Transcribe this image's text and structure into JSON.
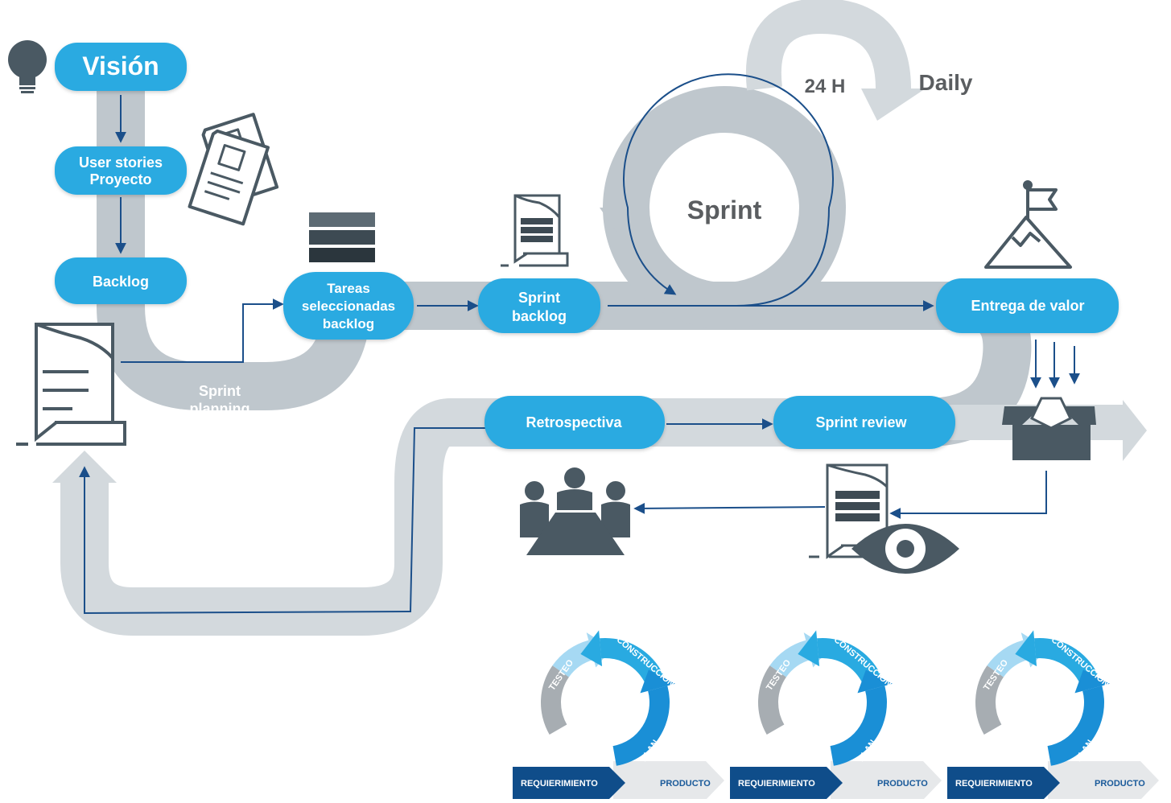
{
  "colors": {
    "pill": "#29aae1",
    "road": "#bfc7cd",
    "road_light": "#d3d9dd",
    "icon": "#4a5963",
    "arrow": "#1b4f8a",
    "text_dark": "#5a5d60"
  },
  "steps": {
    "vision": "Visión",
    "user_stories_line1": "User stories",
    "user_stories_line2": "Proyecto",
    "backlog": "Backlog",
    "tareas_line1": "Tareas",
    "tareas_line2": "seleccionadas",
    "tareas_line3": "backlog",
    "sprint_backlog_line1": "Sprint",
    "sprint_backlog_line2": "backlog",
    "entrega": "Entrega de valor",
    "retrospectiva": "Retrospectiva",
    "sprint_review": "Sprint review"
  },
  "labels": {
    "sprint_planning_line1": "Sprint",
    "sprint_planning_line2": "planning",
    "sprint": "Sprint",
    "hours": "24 H",
    "daily": "Daily"
  },
  "icons": [
    "lightbulb-icon",
    "documents-icon",
    "task-stack-icon",
    "sprint-backlog-doc-icon",
    "flag-mountain-icon",
    "backlog-doc-icon",
    "open-box-icon",
    "review-doc-eye-icon",
    "team-meeting-icon"
  ],
  "cycles": [
    {
      "requirement": "REQUIERIMIENTO",
      "product": "PRODUCTO",
      "plan": "PLAN",
      "build": "CONSTRUCCIÓN",
      "test": "TESTEO"
    },
    {
      "requirement": "REQUIERIMIENTO",
      "product": "PRODUCTO",
      "plan": "PLAN",
      "build": "CONSTRUCCIÓN",
      "test": "TESTEO"
    },
    {
      "requirement": "REQUIERIMIENTO",
      "product": "PRODUCTO",
      "plan": "PLAN",
      "build": "CONSTRUCCIÓN",
      "test": "TESTEO"
    }
  ]
}
